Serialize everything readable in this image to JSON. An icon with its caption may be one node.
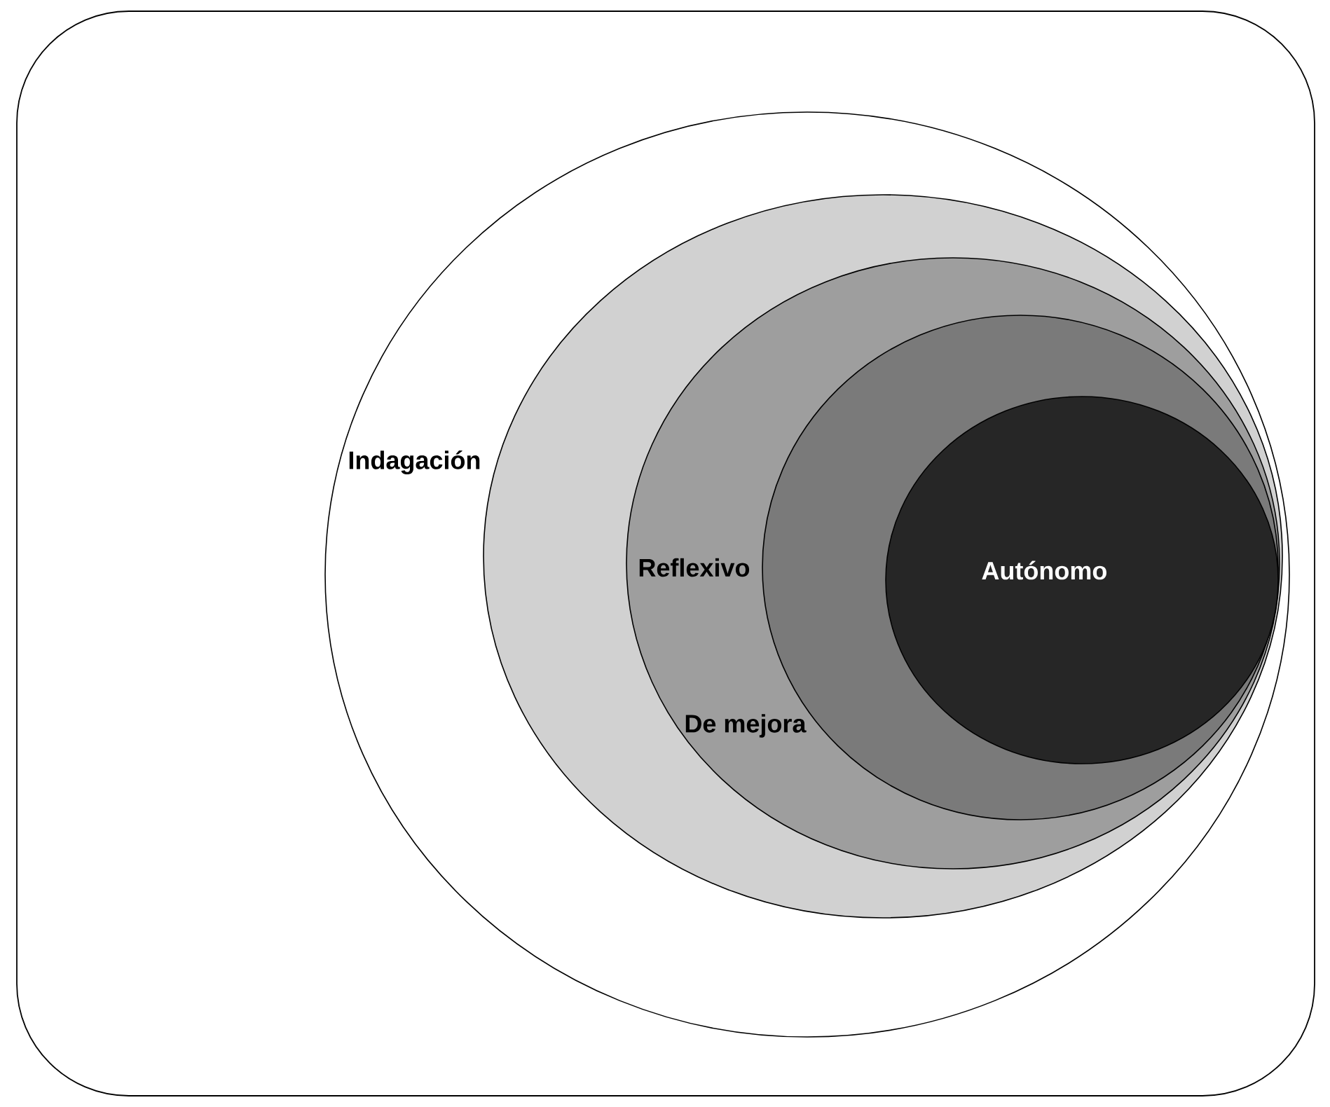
{
  "diagram": {
    "nodes": [
      {
        "text": [
          "Indagación"
        ]
      },
      {
        "text": [],
        "shape": "ellipse",
        "in": 0
      },
      {
        "text": [
          "Reflexivo",
          "De mejora"
        ],
        "in": 1
      },
      {
        "text": [],
        "shape": "ellipse",
        "in": 2
      },
      {
        "text": [
          "Autónomo"
        ],
        "in": 3
      }
    ]
  }
}
